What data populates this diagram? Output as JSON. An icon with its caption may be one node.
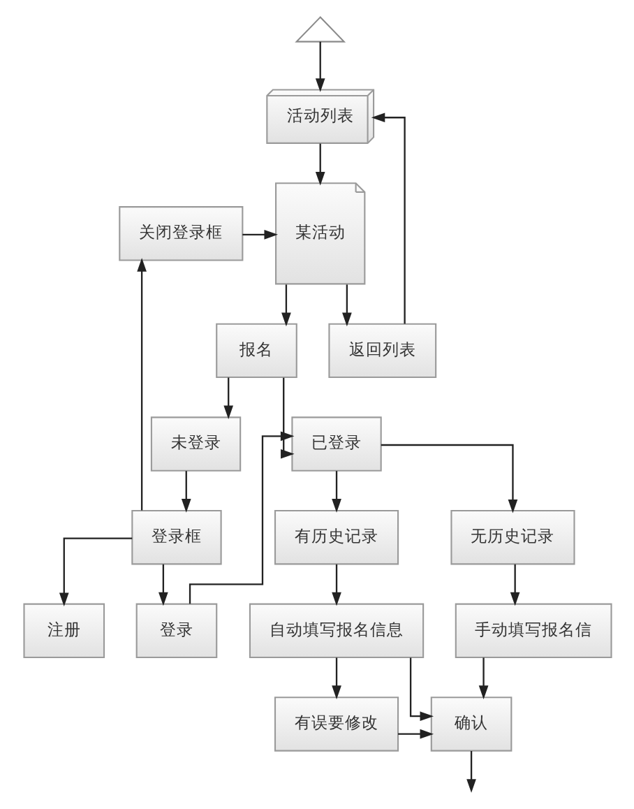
{
  "diagram": {
    "nodes": [
      {
        "text": [],
        "shape": "person"
      },
      {
        "text": [
          "活动列表"
        ]
      },
      {
        "text": [
          "某活动"
        ]
      },
      {
        "text": [
          "关闭登录框"
        ]
      },
      {
        "text": [
          "报名"
        ]
      },
      {
        "text": [
          "返回列表"
        ]
      },
      {
        "text": [
          "未登录"
        ]
      },
      {
        "text": [
          "已登录"
        ]
      },
      {
        "text": [
          "登录框"
        ]
      },
      {
        "text": [
          "有历史记录"
        ]
      },
      {
        "text": [
          "无历史记录"
        ]
      },
      {
        "text": [
          "注册"
        ]
      },
      {
        "text": [
          "登录"
        ]
      },
      {
        "text": [
          "自动填写报名信息"
        ]
      },
      {
        "text": [
          "手动填写报名信"
        ]
      },
      {
        "text": [
          "有误要修改"
        ]
      },
      {
        "text": [
          "确认"
        ]
      }
    ],
    "edges": [
      {
        "from": 0,
        "to": 1,
        "arrow": "to"
      },
      {
        "from": 5,
        "to": 1,
        "arrow": "to"
      },
      {
        "from": 1,
        "to": 2,
        "arrow": "to"
      },
      {
        "from": 3,
        "to": 2,
        "arrow": "to"
      },
      {
        "from": 2,
        "to": 4,
        "arrow": "to"
      },
      {
        "from": 2,
        "to": 5,
        "arrow": "to"
      },
      {
        "from": 4,
        "to": 6,
        "arrow": "to"
      },
      {
        "from": 4,
        "to": 7,
        "arrow": "to"
      },
      {
        "from": 6,
        "to": 8,
        "arrow": "to"
      },
      {
        "from": 8,
        "to": 3,
        "arrow": "to"
      },
      {
        "from": 8,
        "to": 11,
        "arrow": "to"
      },
      {
        "from": 8,
        "to": 12,
        "arrow": "to"
      },
      {
        "from": 12,
        "to": 7,
        "arrow": "to"
      },
      {
        "from": 7,
        "to": 9,
        "arrow": "to"
      },
      {
        "from": 7,
        "to": 10,
        "arrow": "to"
      },
      {
        "from": 9,
        "to": 13,
        "arrow": "to"
      },
      {
        "from": 10,
        "to": 14,
        "arrow": "to"
      },
      {
        "from": 13,
        "to": 15,
        "arrow": "to"
      },
      {
        "from": 13,
        "to": 16,
        "arrow": "to"
      },
      {
        "from": 14,
        "to": 16,
        "arrow": "to"
      },
      {
        "from": 15,
        "to": 16,
        "arrow": "to"
      },
      {
        "from": 16,
        "to": null,
        "arrow": "to"
      }
    ]
  }
}
